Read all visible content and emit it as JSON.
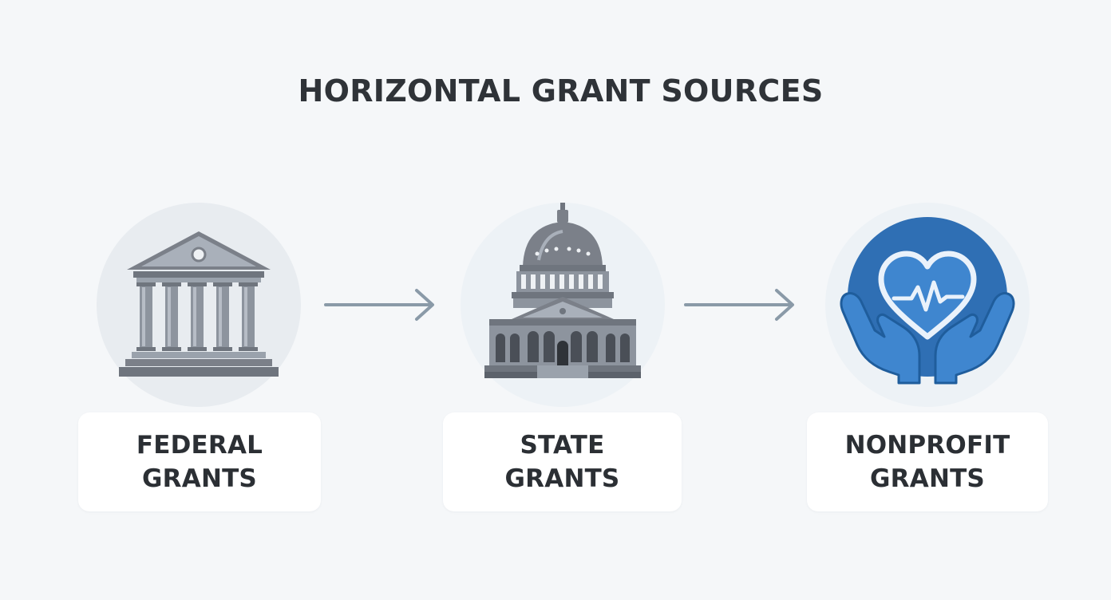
{
  "title": "HORIZONTAL GRANT SOURCES",
  "colors": {
    "background": "#f5f7f9",
    "circle_bg": "#e8ecf0",
    "circle_bg_light": "#edf2f6",
    "arrow": "#8a9aa8",
    "building_gray": "#7b8089",
    "nonprofit_blue": "#2f6fb4",
    "text": "#2b2f34"
  },
  "nodes": [
    {
      "icon": "federal-building-icon",
      "label_line1": "FEDERAL",
      "label_line2": "GRANTS"
    },
    {
      "icon": "capitol-building-icon",
      "label_line1": "STATE",
      "label_line2": "GRANTS"
    },
    {
      "icon": "heart-hands-icon",
      "label_line1": "NONPROFIT",
      "label_line2": "GRANTS"
    }
  ],
  "arrows": [
    {
      "from": "FEDERAL GRANTS",
      "to": "STATE GRANTS"
    },
    {
      "from": "STATE GRANTS",
      "to": "NONPROFIT GRANTS"
    }
  ]
}
